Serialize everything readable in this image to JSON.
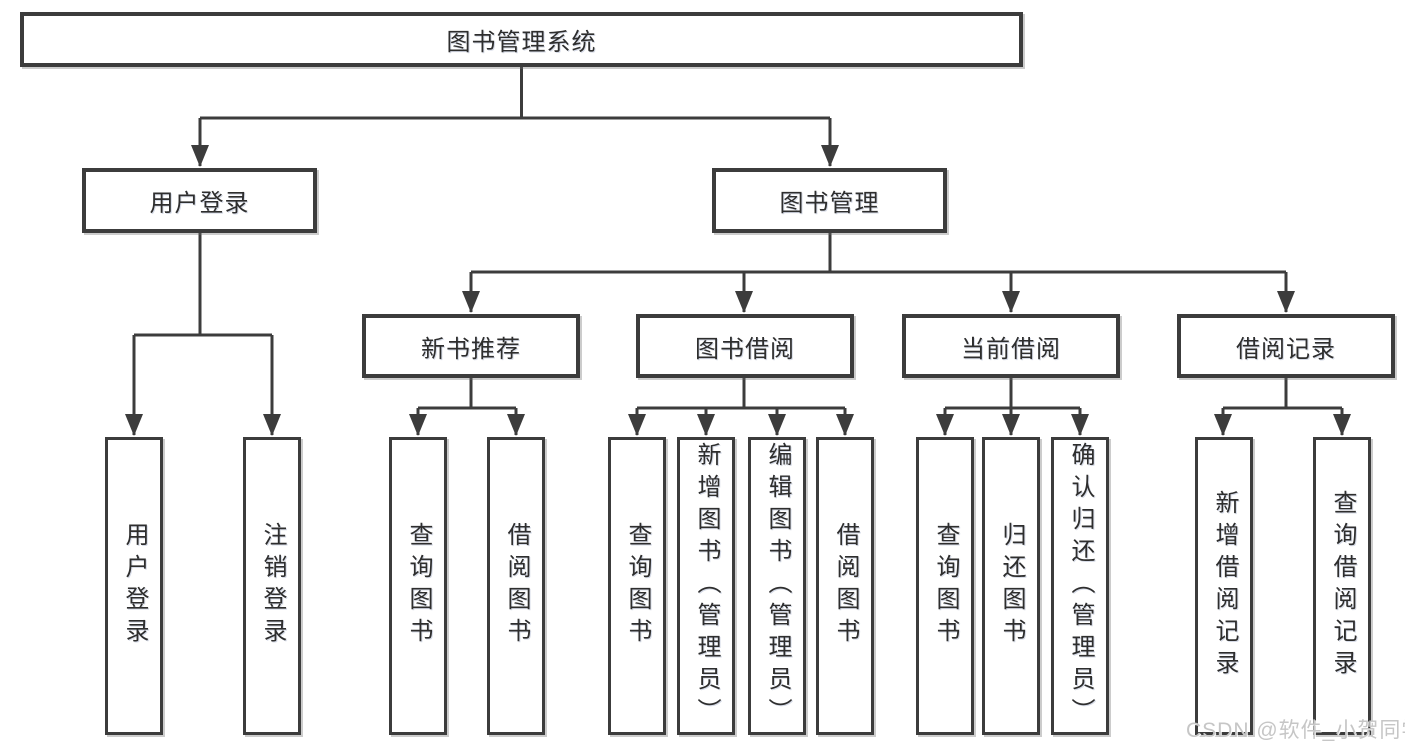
{
  "colors": {
    "line": "#3c3c3c",
    "text": "#2e2e2e",
    "watermark": "#c6c6c6",
    "bg": "#ffffff"
  },
  "tree": {
    "label": "图书管理系统",
    "children": [
      {
        "label": "用户登录",
        "children": [
          {
            "label": "用户登录"
          },
          {
            "label": "注销登录"
          }
        ]
      },
      {
        "label": "图书管理",
        "children": [
          {
            "label": "新书推荐",
            "children": [
              {
                "label": "查询图书"
              },
              {
                "label": "借阅图书"
              }
            ]
          },
          {
            "label": "图书借阅",
            "children": [
              {
                "label": "查询图书"
              },
              {
                "label": "新增图书（管理员）"
              },
              {
                "label": "编辑图书（管理员）"
              },
              {
                "label": "借阅图书"
              }
            ]
          },
          {
            "label": "当前借阅",
            "children": [
              {
                "label": "查询图书"
              },
              {
                "label": "归还图书"
              },
              {
                "label": "确认归还（管理员）"
              }
            ]
          },
          {
            "label": "借阅记录",
            "children": [
              {
                "label": "新增借阅记录"
              },
              {
                "label": "查询借阅记录"
              }
            ]
          }
        ]
      }
    ]
  },
  "watermark": {
    "text": "CSDN @软件_小贺同学"
  }
}
